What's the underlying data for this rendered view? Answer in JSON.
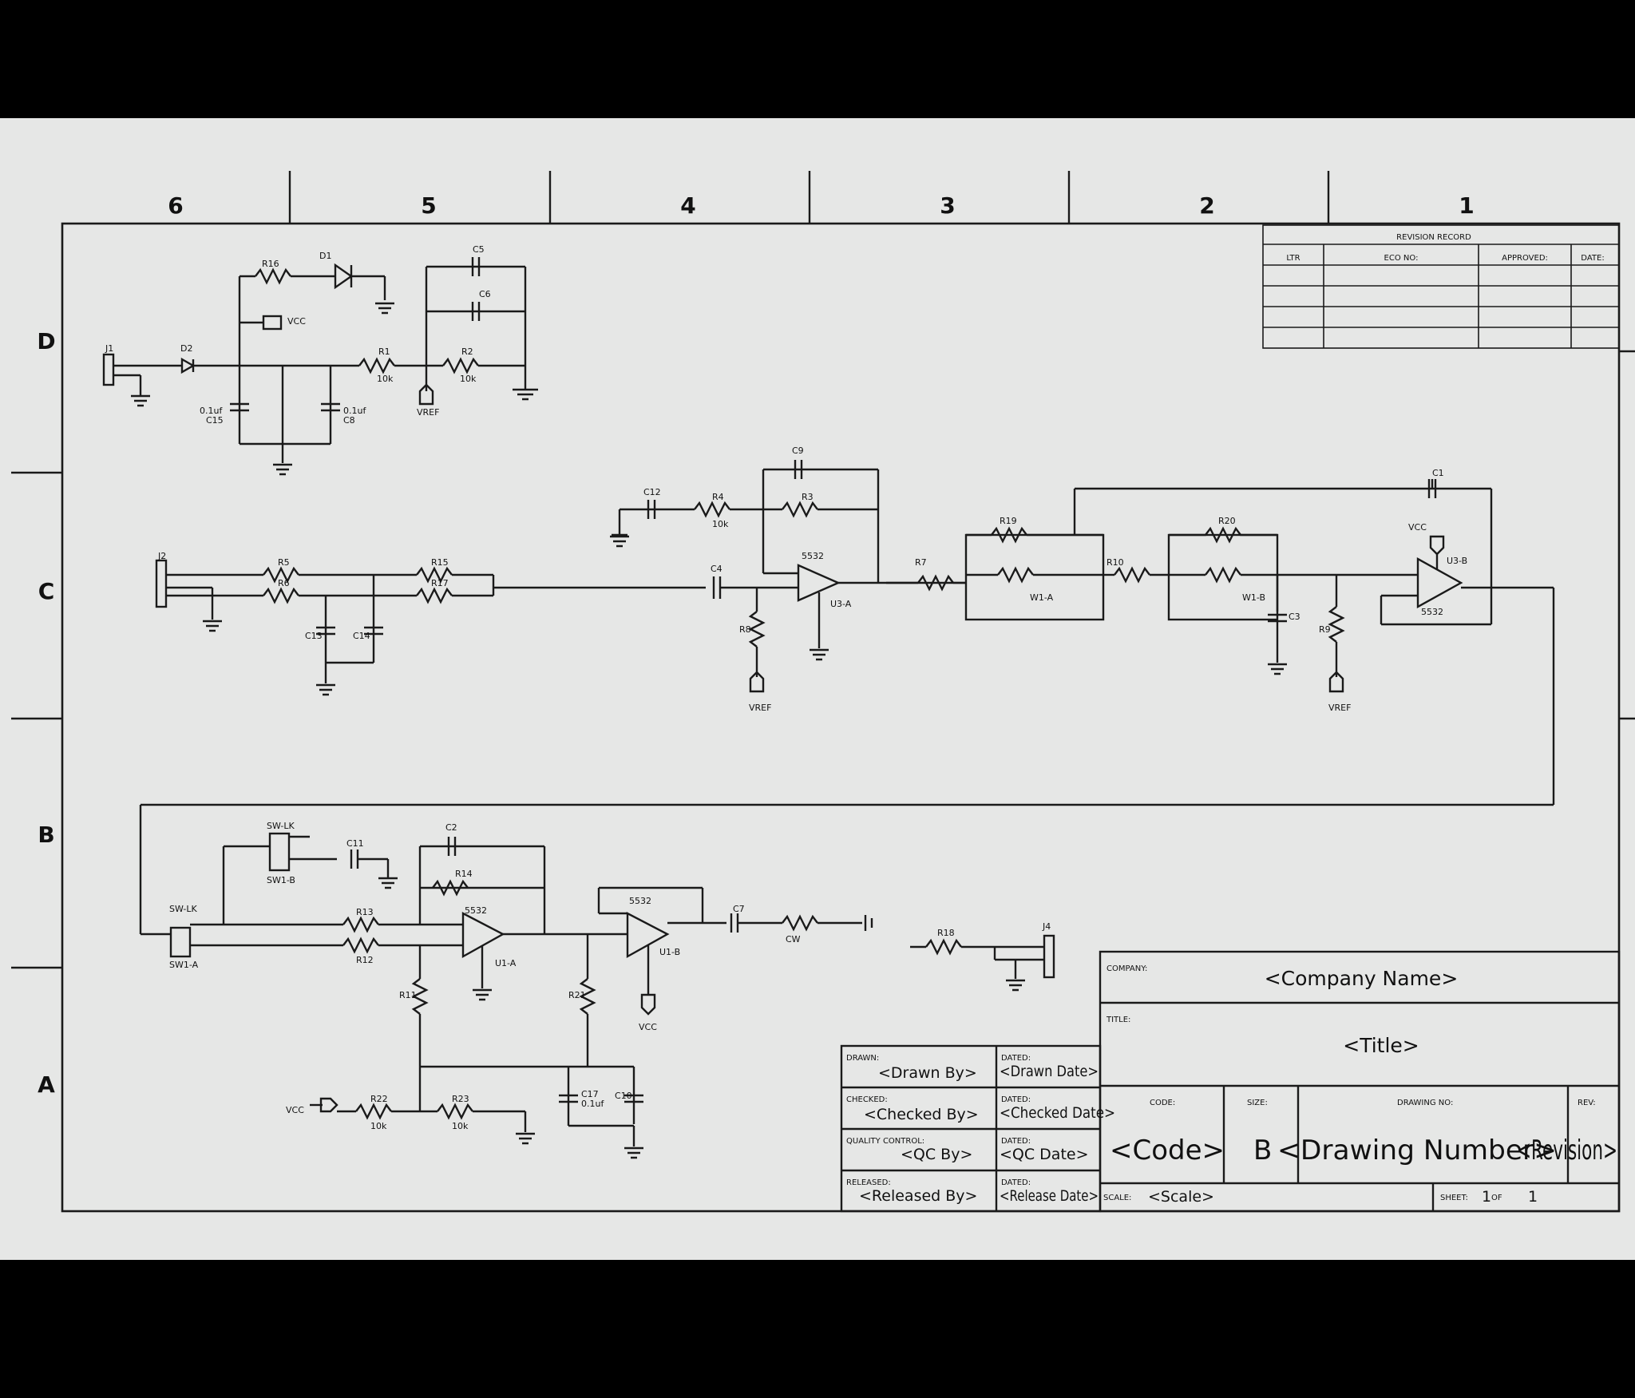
{
  "zones": {
    "columns": [
      "6",
      "5",
      "4",
      "3",
      "2",
      "1"
    ],
    "rows": [
      "D",
      "C",
      "B",
      "A"
    ]
  },
  "revision_record": {
    "title": "REVISION RECORD",
    "headers": [
      "LTR",
      "ECO NO:",
      "APPROVED:",
      "DATE:"
    ]
  },
  "title_block": {
    "company_label": "COMPANY:",
    "company": "<Company Name>",
    "title_label": "TITLE:",
    "title": "<Title>",
    "code_label": "CODE:",
    "code": "<Code>",
    "size_label": "SIZE:",
    "size": "B",
    "drawing_no_label": "DRAWING NO:",
    "drawing_no": "<Drawing Number>",
    "rev_label": "REV:",
    "rev": "<Revision>",
    "scale_label": "SCALE:",
    "scale": "<Scale>",
    "sheet_label": "SHEET:",
    "sheet": "1",
    "of_label": "OF",
    "of": "1"
  },
  "signoff": {
    "drawn_label": "DRAWN:",
    "drawn": "<Drawn By>",
    "drawn_date_label": "DATED:",
    "drawn_date": "<Drawn Date>",
    "checked_label": "CHECKED:",
    "checked": "<Checked By>",
    "checked_date_label": "DATED:",
    "checked_date": "<Checked Date>",
    "qc_label": "QUALITY CONTROL:",
    "qc": "<QC By>",
    "qc_date_label": "DATED:",
    "qc_date": "<QC Date>",
    "released_label": "RELEASED:",
    "released": "<Released By>",
    "released_date_label": "DATED:",
    "released_date": "<Release Date>"
  },
  "components": {
    "r16": "R16",
    "d1": "D1",
    "d2": "D2",
    "vcc": "VCC",
    "vref": "VREF",
    "j1": "J1",
    "j2": "J2",
    "j4": "J4",
    "c15": "C15",
    "c8": "C8",
    "c5": "C5",
    "c6": "C6",
    "c9": "C9",
    "c12": "C12",
    "c4": "C4",
    "c1": "C1",
    "c3": "C3",
    "c14": "C14",
    "c13": "C13",
    "c11": "C11",
    "c2": "C2",
    "c17": "C17",
    "c10": "C10",
    "c7": "C7",
    "r1": "R1",
    "r2": "R2",
    "r3": "R3",
    "r4": "R4",
    "r5": "R5",
    "r6": "R6",
    "r7": "R7",
    "r8": "R8",
    "r9": "R9",
    "r10": "R10",
    "r11": "R11",
    "r12": "R12",
    "r13": "R13",
    "r14": "R14",
    "r15": "R15",
    "r17": "R17",
    "r18": "R18",
    "r19": "R19",
    "r20": "R20",
    "r21": "R21",
    "r22": "R22",
    "r23": "R23",
    "u1a": "U1-A",
    "u1b": "U1-B",
    "u3a": "U3-A",
    "u3b": "U3-B",
    "w1a": "W1-A",
    "w1b": "W1-B",
    "sw1a": "SW1-A",
    "sw1b": "SW1-B",
    "swlk": "SW-LK",
    "opamp": "5532",
    "v10k": "10k",
    "v01uf": "0.1uf",
    "cw": "CW"
  }
}
